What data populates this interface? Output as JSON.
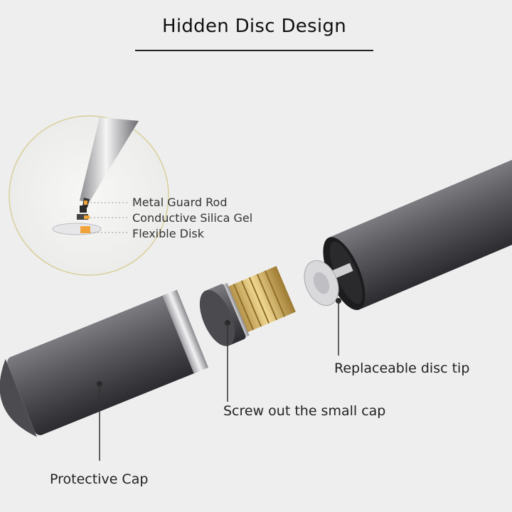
{
  "title": "Hidden Disc Design",
  "zoom_labels": {
    "metal_guard_rod": "Metal Guard Rod",
    "conductive_silica_gel": "Conductive Silica Gel",
    "flexible_disk": "Flexible Disk"
  },
  "callouts": {
    "replaceable_disc_tip": "Replaceable disc tip",
    "screw_out_small_cap": "Screw out the small cap",
    "protective_cap": "Protective Cap"
  },
  "colors": {
    "background": "#eeeeee",
    "pen_body": "#5a5a5e",
    "brass_thread": "#c9a95a",
    "accent_orange": "#f0a43a"
  }
}
